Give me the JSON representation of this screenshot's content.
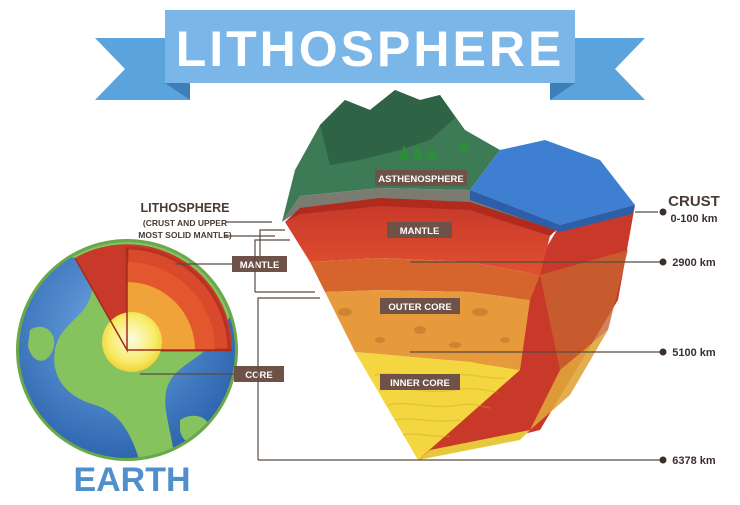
{
  "title": "LITHOSPHERE",
  "earth_label": "EARTH",
  "lithosphere_label": {
    "title": "LITHOSPHERE",
    "line1": "(CRUST AND UPPER",
    "line2": "MOST SOLID MANTLE)"
  },
  "earth_tags": {
    "mantle": "MANTLE",
    "core": "CORE"
  },
  "slice_tags": {
    "asthenosphere": "ASTHENOSPHERE",
    "mantle": "MANTLE",
    "outer_core": "OUTER CORE",
    "inner_core": "INNER CORE"
  },
  "crust": {
    "label": "CRUST",
    "depth": "0-100 km"
  },
  "depths": {
    "mantle": "2900 km",
    "outer_core": "5100 km",
    "inner_core": "6378 km"
  },
  "colors": {
    "banner": "#5aa3dd",
    "banner_dark": "#3d7fb8",
    "text_dark": "#4a3b33",
    "earth_text": "#4f8fcc",
    "ocean": "#4d8fd6",
    "land": "#7fbf5a",
    "crust": "#5d6b5c",
    "mantle": "#d8432a",
    "outer_core": "#e9a13f",
    "inner_core": "#f7e14a",
    "tag_bg": "#6e5247"
  }
}
